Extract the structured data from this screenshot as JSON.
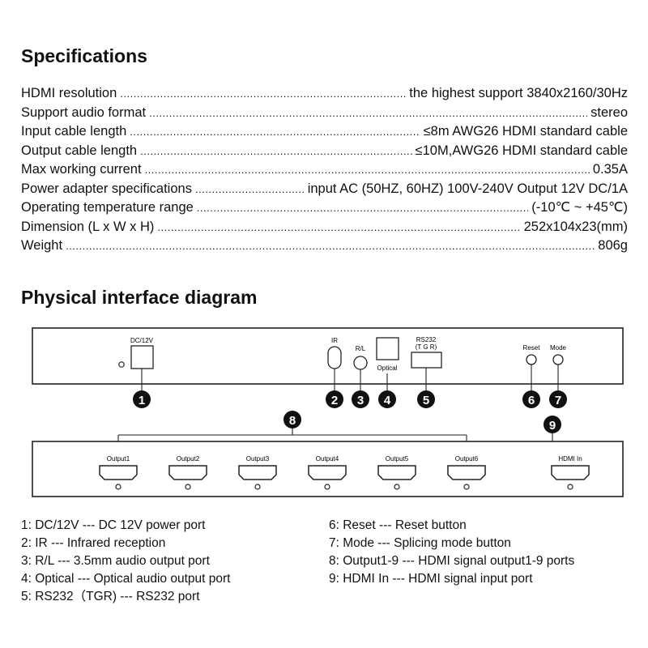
{
  "specs": {
    "title": "Specifications",
    "rows": [
      {
        "label": "HDMI resolution",
        "value": "the highest support 3840x2160/30Hz"
      },
      {
        "label": "Support audio format",
        "value": "stereo"
      },
      {
        "label": "Input cable length",
        "value": "≤8m AWG26 HDMI standard cable"
      },
      {
        "label": "Output cable length",
        "value": "≤10M,AWG26 HDMI standard cable"
      },
      {
        "label": "Max working current",
        "value": "0.35A"
      },
      {
        "label": "Power adapter specifications",
        "value": "input AC (50HZ, 60HZ) 100V-240V Output 12V DC/1A"
      },
      {
        "label": "Operating temperature range",
        "value": "(-10℃ ~ +45℃)"
      },
      {
        "label": "Dimension (L x W x H)",
        "value": "252x104x23(mm)"
      },
      {
        "label": "Weight",
        "value": "806g"
      }
    ]
  },
  "diagram": {
    "title": "Physical interface diagram",
    "front_labels": {
      "dc": "DC/12V",
      "ir": "IR",
      "rl": "R/L",
      "optical": "Optical",
      "rs232": "RS232",
      "tgr": "(T G R)",
      "reset": "Reset",
      "mode": "Mode"
    },
    "back_labels": {
      "outputs": [
        "Output1",
        "Output2",
        "Output3",
        "Output4",
        "Output5",
        "Output6"
      ],
      "hdmi_in": "HDMI In"
    },
    "callouts": [
      "1",
      "2",
      "3",
      "4",
      "5",
      "6",
      "7",
      "8",
      "9"
    ]
  },
  "legend": {
    "left": [
      "1: DC/12V --- DC 12V power port",
      "2: IR --- Infrared reception",
      "3: R/L --- 3.5mm audio output port",
      "4: Optical --- Optical audio output port",
      "5: RS232（TGR) --- RS232 port"
    ],
    "right": [
      "6: Reset --- Reset button",
      "7: Mode --- Splicing mode button",
      "8: Output1-9 --- HDMI signal output1-9 ports",
      "9: HDMI In --- HDMI signal input port"
    ]
  }
}
